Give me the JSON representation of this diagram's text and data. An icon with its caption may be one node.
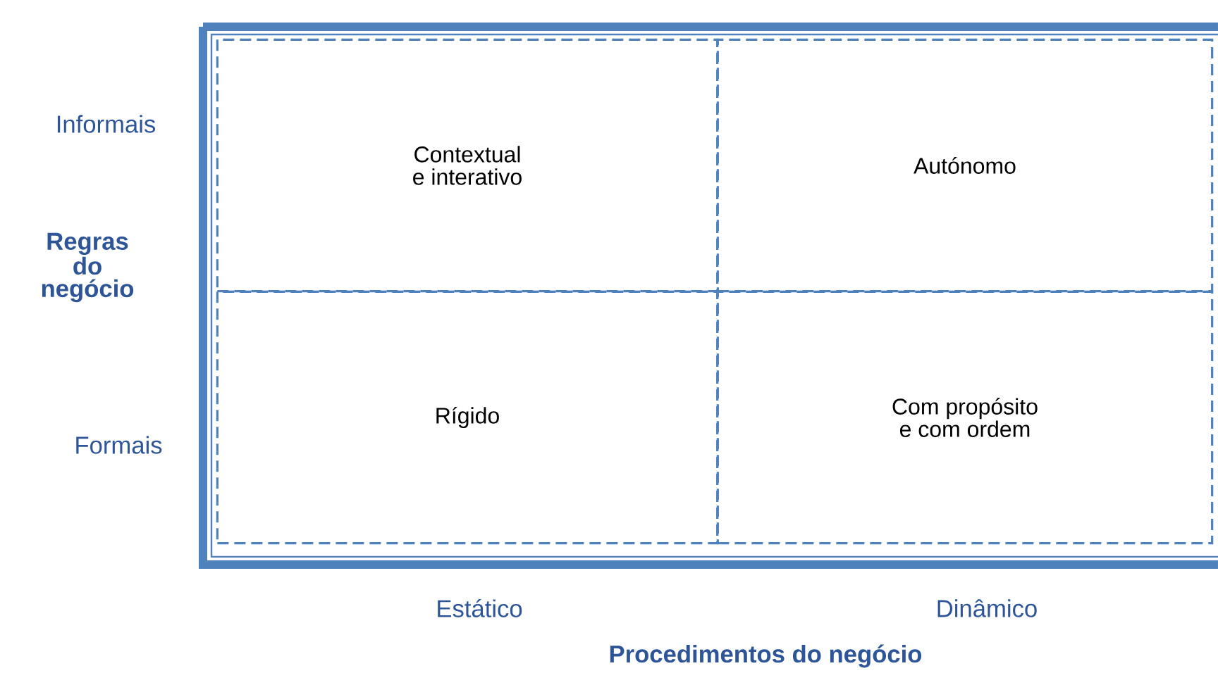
{
  "diagram": {
    "nodes": [
      {
        "text": [
          "Contextual e interativo"
        ]
      },
      {
        "text": [
          "Autónomo"
        ]
      },
      {
        "text": [
          "Rígido"
        ]
      },
      {
        "text": [
          "Com propósito e com ordem"
        ]
      }
    ],
    "labels": [
      "Informais",
      "Regras do negócio",
      "Formais",
      "Estático",
      "Dinâmico",
      "Procedimentos do negócio"
    ]
  }
}
